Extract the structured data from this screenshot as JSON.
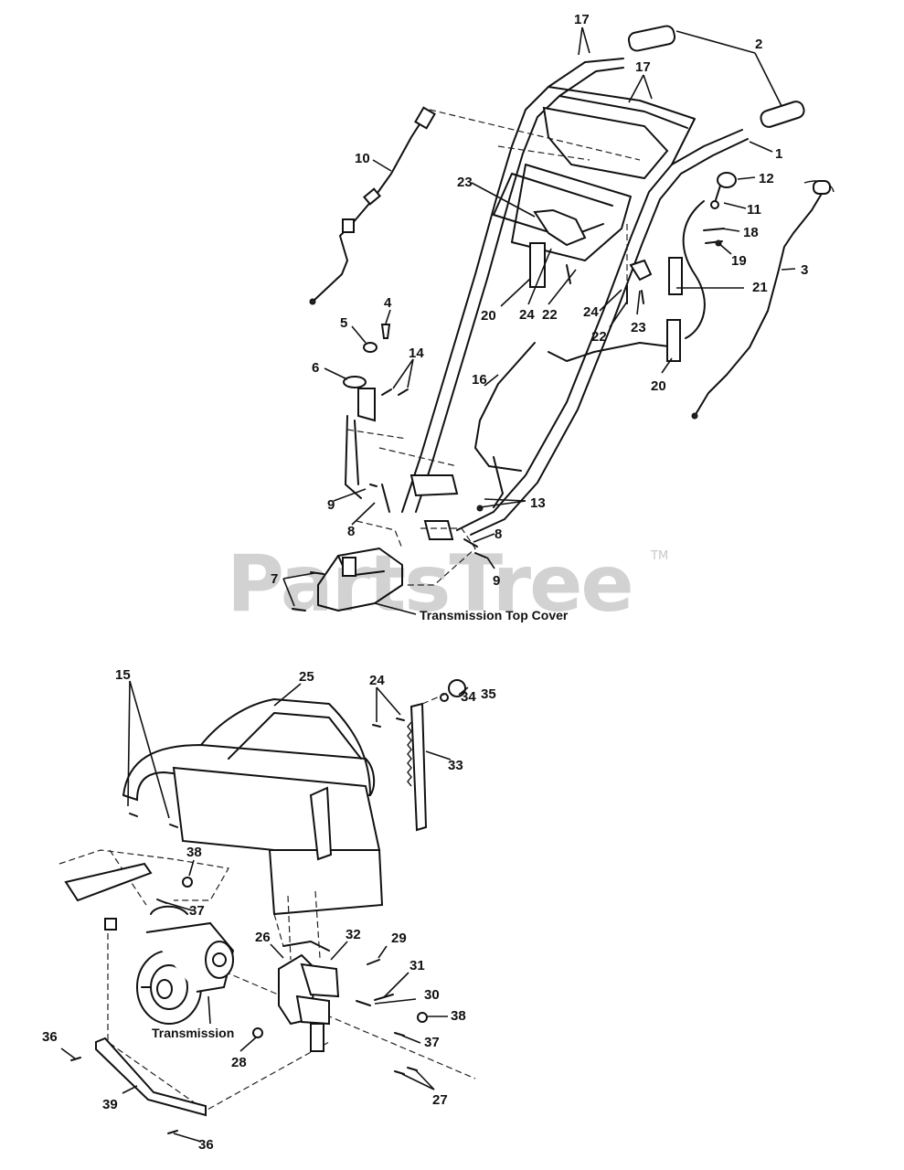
{
  "watermark": {
    "text": "PartsTree",
    "trademark": "TM"
  },
  "labels": {
    "transmission_top_cover": "Transmission Top Cover",
    "transmission": "Transmission"
  },
  "callouts": {
    "n1": "1",
    "n2": "2",
    "n3": "3",
    "n4": "4",
    "n5": "5",
    "n6": "6",
    "n7": "7",
    "n8a": "8",
    "n8b": "8",
    "n9a": "9",
    "n9b": "9",
    "n10": "10",
    "n11": "11",
    "n12": "12",
    "n13": "13",
    "n14": "14",
    "n15": "15",
    "n16": "16",
    "n17a": "17",
    "n17b": "17",
    "n18": "18",
    "n19": "19",
    "n20a": "20",
    "n20b": "20",
    "n21": "21",
    "n22a": "22",
    "n22b": "22",
    "n23a": "23",
    "n23b": "23",
    "n24a": "24",
    "n24b": "24",
    "n24c": "24",
    "n25": "25",
    "n26": "26",
    "n27": "27",
    "n28": "28",
    "n29": "29",
    "n30": "30",
    "n31": "31",
    "n32": "32",
    "n33": "33",
    "n34": "34",
    "n35": "35",
    "n36a": "36",
    "n36b": "36",
    "n37a": "37",
    "n37b": "37",
    "n38a": "38",
    "n38b": "38",
    "n39": "39"
  }
}
